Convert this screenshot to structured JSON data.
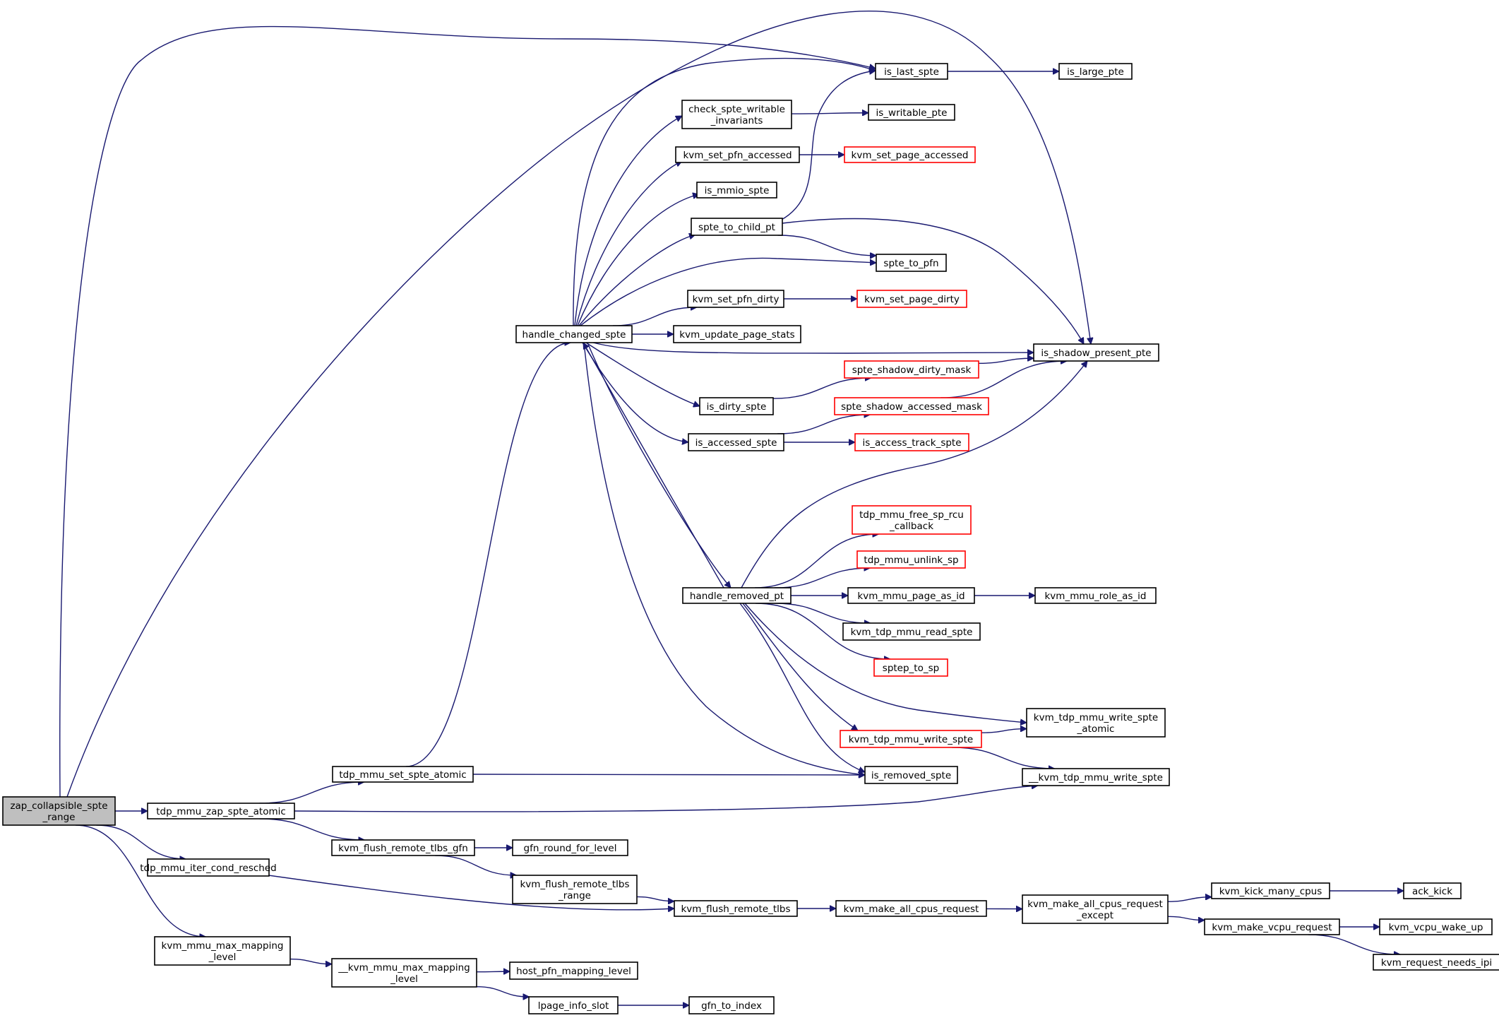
{
  "colors": {
    "edge": "#191970",
    "border_normal": "#000000",
    "border_truncated": "#ff0000",
    "root_fill": "#bfbfbf"
  },
  "nodes": {
    "zap_collapsible_spte_range": {
      "lines": [
        "zap_collapsible_spte",
        "_range"
      ],
      "style": "root"
    },
    "tdp_mmu_zap_spte_atomic": {
      "lines": [
        "tdp_mmu_zap_spte_atomic"
      ],
      "style": "normal"
    },
    "tdp_mmu_iter_cond_resched": {
      "lines": [
        "tdp_mmu_iter_cond_resched"
      ],
      "style": "normal"
    },
    "kvm_mmu_max_mapping_level": {
      "lines": [
        "kvm_mmu_max_mapping",
        "_level"
      ],
      "style": "normal"
    },
    "tdp_mmu_set_spte_atomic": {
      "lines": [
        "tdp_mmu_set_spte_atomic"
      ],
      "style": "normal"
    },
    "kvm_flush_remote_tlbs_gfn": {
      "lines": [
        "kvm_flush_remote_tlbs_gfn"
      ],
      "style": "normal"
    },
    "__kvm_mmu_max_mapping_level": {
      "lines": [
        "__kvm_mmu_max_mapping",
        "_level"
      ],
      "style": "normal"
    },
    "handle_changed_spte": {
      "lines": [
        "handle_changed_spte"
      ],
      "style": "normal"
    },
    "gfn_round_for_level": {
      "lines": [
        "gfn_round_for_level"
      ],
      "style": "normal"
    },
    "kvm_flush_remote_tlbs_range": {
      "lines": [
        "kvm_flush_remote_tlbs",
        "_range"
      ],
      "style": "normal"
    },
    "host_pfn_mapping_level": {
      "lines": [
        "host_pfn_mapping_level"
      ],
      "style": "normal"
    },
    "lpage_info_slot": {
      "lines": [
        "lpage_info_slot"
      ],
      "style": "normal"
    },
    "check_spte_writable_invariants": {
      "lines": [
        "check_spte_writable",
        "_invariants"
      ],
      "style": "normal"
    },
    "kvm_set_pfn_accessed": {
      "lines": [
        "kvm_set_pfn_accessed"
      ],
      "style": "normal"
    },
    "is_mmio_spte": {
      "lines": [
        "is_mmio_spte"
      ],
      "style": "normal"
    },
    "spte_to_child_pt": {
      "lines": [
        "spte_to_child_pt"
      ],
      "style": "normal"
    },
    "kvm_set_pfn_dirty": {
      "lines": [
        "kvm_set_pfn_dirty"
      ],
      "style": "normal"
    },
    "kvm_update_page_stats": {
      "lines": [
        "kvm_update_page_stats"
      ],
      "style": "normal"
    },
    "is_dirty_spte": {
      "lines": [
        "is_dirty_spte"
      ],
      "style": "normal"
    },
    "is_accessed_spte": {
      "lines": [
        "is_accessed_spte"
      ],
      "style": "normal"
    },
    "handle_removed_pt": {
      "lines": [
        "handle_removed_pt"
      ],
      "style": "normal"
    },
    "kvm_flush_remote_tlbs": {
      "lines": [
        "kvm_flush_remote_tlbs"
      ],
      "style": "normal"
    },
    "gfn_to_index": {
      "lines": [
        "gfn_to_index"
      ],
      "style": "normal"
    },
    "is_last_spte": {
      "lines": [
        "is_last_spte"
      ],
      "style": "normal"
    },
    "is_writable_pte": {
      "lines": [
        "is_writable_pte"
      ],
      "style": "normal"
    },
    "kvm_set_page_accessed": {
      "lines": [
        "kvm_set_page_accessed"
      ],
      "style": "truncated"
    },
    "spte_to_pfn": {
      "lines": [
        "spte_to_pfn"
      ],
      "style": "normal"
    },
    "kvm_set_page_dirty": {
      "lines": [
        "kvm_set_page_dirty"
      ],
      "style": "truncated"
    },
    "spte_shadow_dirty_mask": {
      "lines": [
        "spte_shadow_dirty_mask"
      ],
      "style": "truncated"
    },
    "spte_shadow_accessed_mask": {
      "lines": [
        "spte_shadow_accessed_mask"
      ],
      "style": "truncated"
    },
    "is_access_track_spte": {
      "lines": [
        "is_access_track_spte"
      ],
      "style": "truncated"
    },
    "tdp_mmu_free_sp_rcu_callback": {
      "lines": [
        "tdp_mmu_free_sp_rcu",
        "_callback"
      ],
      "style": "truncated"
    },
    "tdp_mmu_unlink_sp": {
      "lines": [
        "tdp_mmu_unlink_sp"
      ],
      "style": "truncated"
    },
    "kvm_mmu_page_as_id": {
      "lines": [
        "kvm_mmu_page_as_id"
      ],
      "style": "normal"
    },
    "kvm_tdp_mmu_read_spte": {
      "lines": [
        "kvm_tdp_mmu_read_spte"
      ],
      "style": "normal"
    },
    "sptep_to_sp": {
      "lines": [
        "sptep_to_sp"
      ],
      "style": "truncated"
    },
    "kvm_tdp_mmu_write_spte": {
      "lines": [
        "kvm_tdp_mmu_write_spte"
      ],
      "style": "truncated"
    },
    "is_removed_spte": {
      "lines": [
        "is_removed_spte"
      ],
      "style": "normal"
    },
    "kvm_make_all_cpus_request": {
      "lines": [
        "kvm_make_all_cpus_request"
      ],
      "style": "normal"
    },
    "is_large_pte": {
      "lines": [
        "is_large_pte"
      ],
      "style": "normal"
    },
    "is_shadow_present_pte": {
      "lines": [
        "is_shadow_present_pte"
      ],
      "style": "normal"
    },
    "kvm_mmu_role_as_id": {
      "lines": [
        "kvm_mmu_role_as_id"
      ],
      "style": "normal"
    },
    "kvm_tdp_mmu_write_spte_atomic": {
      "lines": [
        "kvm_tdp_mmu_write_spte",
        "_atomic"
      ],
      "style": "normal"
    },
    "__kvm_tdp_mmu_write_spte": {
      "lines": [
        "__kvm_tdp_mmu_write_spte"
      ],
      "style": "normal"
    },
    "kvm_make_all_cpus_request_except": {
      "lines": [
        "kvm_make_all_cpus_request",
        "_except"
      ],
      "style": "normal"
    },
    "kvm_kick_many_cpus": {
      "lines": [
        "kvm_kick_many_cpus"
      ],
      "style": "normal"
    },
    "kvm_make_vcpu_request": {
      "lines": [
        "kvm_make_vcpu_request"
      ],
      "style": "normal"
    },
    "ack_kick": {
      "lines": [
        "ack_kick"
      ],
      "style": "normal"
    },
    "kvm_vcpu_wake_up": {
      "lines": [
        "kvm_vcpu_wake_up"
      ],
      "style": "normal"
    },
    "kvm_request_needs_ipi": {
      "lines": [
        "kvm_request_needs_ipi"
      ],
      "style": "normal"
    }
  },
  "edges": [
    [
      "zap_collapsible_spte_range",
      "is_last_spte"
    ],
    [
      "zap_collapsible_spte_range",
      "is_shadow_present_pte"
    ],
    [
      "zap_collapsible_spte_range",
      "tdp_mmu_zap_spte_atomic"
    ],
    [
      "zap_collapsible_spte_range",
      "tdp_mmu_iter_cond_resched"
    ],
    [
      "zap_collapsible_spte_range",
      "kvm_mmu_max_mapping_level"
    ],
    [
      "tdp_mmu_zap_spte_atomic",
      "tdp_mmu_set_spte_atomic"
    ],
    [
      "tdp_mmu_zap_spte_atomic",
      "kvm_flush_remote_tlbs_gfn"
    ],
    [
      "tdp_mmu_zap_spte_atomic",
      "__kvm_tdp_mmu_write_spte"
    ],
    [
      "tdp_mmu_set_spte_atomic",
      "handle_changed_spte"
    ],
    [
      "tdp_mmu_set_spte_atomic",
      "is_removed_spte"
    ],
    [
      "kvm_flush_remote_tlbs_gfn",
      "gfn_round_for_level"
    ],
    [
      "kvm_flush_remote_tlbs_gfn",
      "kvm_flush_remote_tlbs_range"
    ],
    [
      "kvm_flush_remote_tlbs_range",
      "kvm_flush_remote_tlbs"
    ],
    [
      "tdp_mmu_iter_cond_resched",
      "kvm_flush_remote_tlbs"
    ],
    [
      "kvm_flush_remote_tlbs",
      "kvm_make_all_cpus_request"
    ],
    [
      "kvm_make_all_cpus_request",
      "kvm_make_all_cpus_request_except"
    ],
    [
      "kvm_make_all_cpus_request_except",
      "kvm_kick_many_cpus"
    ],
    [
      "kvm_make_all_cpus_request_except",
      "kvm_make_vcpu_request"
    ],
    [
      "kvm_kick_many_cpus",
      "ack_kick"
    ],
    [
      "kvm_make_vcpu_request",
      "kvm_vcpu_wake_up"
    ],
    [
      "kvm_make_vcpu_request",
      "kvm_request_needs_ipi"
    ],
    [
      "kvm_mmu_max_mapping_level",
      "__kvm_mmu_max_mapping_level"
    ],
    [
      "__kvm_mmu_max_mapping_level",
      "host_pfn_mapping_level"
    ],
    [
      "__kvm_mmu_max_mapping_level",
      "lpage_info_slot"
    ],
    [
      "lpage_info_slot",
      "gfn_to_index"
    ],
    [
      "handle_changed_spte",
      "is_last_spte"
    ],
    [
      "handle_changed_spte",
      "check_spte_writable_invariants"
    ],
    [
      "handle_changed_spte",
      "kvm_set_pfn_accessed"
    ],
    [
      "handle_changed_spte",
      "is_mmio_spte"
    ],
    [
      "handle_changed_spte",
      "spte_to_child_pt"
    ],
    [
      "handle_changed_spte",
      "spte_to_pfn"
    ],
    [
      "handle_changed_spte",
      "kvm_set_pfn_dirty"
    ],
    [
      "handle_changed_spte",
      "kvm_update_page_stats"
    ],
    [
      "handle_changed_spte",
      "is_shadow_present_pte"
    ],
    [
      "handle_changed_spte",
      "is_dirty_spte"
    ],
    [
      "handle_changed_spte",
      "is_accessed_spte"
    ],
    [
      "handle_changed_spte",
      "handle_removed_pt"
    ],
    [
      "handle_changed_spte",
      "is_removed_spte"
    ],
    [
      "is_last_spte",
      "is_large_pte"
    ],
    [
      "check_spte_writable_invariants",
      "is_writable_pte"
    ],
    [
      "kvm_set_pfn_accessed",
      "kvm_set_page_accessed"
    ],
    [
      "spte_to_child_pt",
      "is_last_spte"
    ],
    [
      "spte_to_child_pt",
      "spte_to_pfn"
    ],
    [
      "spte_to_child_pt",
      "is_shadow_present_pte"
    ],
    [
      "kvm_set_pfn_dirty",
      "kvm_set_page_dirty"
    ],
    [
      "is_dirty_spte",
      "spte_shadow_dirty_mask"
    ],
    [
      "spte_shadow_dirty_mask",
      "is_shadow_present_pte"
    ],
    [
      "is_accessed_spte",
      "spte_shadow_accessed_mask"
    ],
    [
      "is_accessed_spte",
      "is_access_track_spte"
    ],
    [
      "spte_shadow_accessed_mask",
      "is_shadow_present_pte"
    ],
    [
      "handle_removed_pt",
      "handle_changed_spte"
    ],
    [
      "handle_removed_pt",
      "is_shadow_present_pte"
    ],
    [
      "handle_removed_pt",
      "tdp_mmu_free_sp_rcu_callback"
    ],
    [
      "handle_removed_pt",
      "tdp_mmu_unlink_sp"
    ],
    [
      "handle_removed_pt",
      "kvm_mmu_page_as_id"
    ],
    [
      "handle_removed_pt",
      "kvm_tdp_mmu_read_spte"
    ],
    [
      "handle_removed_pt",
      "sptep_to_sp"
    ],
    [
      "handle_removed_pt",
      "kvm_tdp_mmu_write_spte_atomic"
    ],
    [
      "handle_removed_pt",
      "kvm_tdp_mmu_write_spte"
    ],
    [
      "handle_removed_pt",
      "is_removed_spte"
    ],
    [
      "kvm_mmu_page_as_id",
      "kvm_mmu_role_as_id"
    ],
    [
      "kvm_tdp_mmu_write_spte",
      "kvm_tdp_mmu_write_spte_atomic"
    ],
    [
      "kvm_tdp_mmu_write_spte",
      "__kvm_tdp_mmu_write_spte"
    ]
  ]
}
